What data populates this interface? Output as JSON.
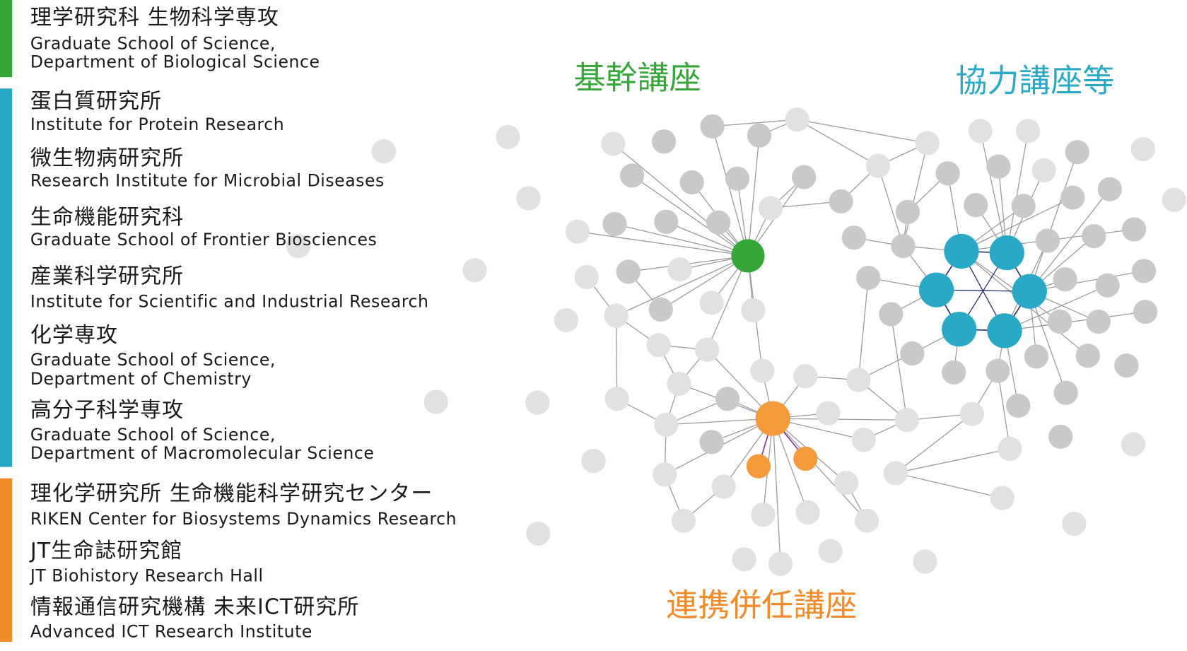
{
  "colors": {
    "core": "#35a738",
    "cooperative": "#29a9c6",
    "joint": "#f39a3a",
    "node_dark": "#c9c9c9",
    "node_light": "#e1e1e1",
    "edge": "#9a9a9a",
    "hex_edge": "#1f2d6b",
    "joint_edge": "#8a2b8a"
  },
  "categories": {
    "core": "基幹講座",
    "cooperative": "協力講座等",
    "joint": "連携併任講座"
  },
  "groups": {
    "core": [
      {
        "jp": "理学研究科 生物科学専攻",
        "en1": "Graduate School of Science,",
        "en2": "Department of Biological Science"
      }
    ],
    "cooperative": [
      {
        "jp": "蛋白質研究所",
        "en1": "Institute for Protein Research"
      },
      {
        "jp": "微生物病研究所",
        "en1": "Research Institute for Microbial Diseases"
      },
      {
        "jp": "生命機能研究科",
        "en1": "Graduate School of Frontier Biosciences"
      },
      {
        "jp": "産業科学研究所",
        "en1": "Institute for Scientific and Industrial Research"
      },
      {
        "jp": "化学専攻",
        "en1": "Graduate School of Science,",
        "en2": "Department of Chemistry"
      },
      {
        "jp": "高分子科学専攻",
        "en1": "Graduate School of Science,",
        "en2": "Department of Macromolecular Science"
      }
    ],
    "joint": [
      {
        "jp": "理化学研究所 生命機能科学研究センター",
        "en1": "RIKEN Center for Biosystems Dynamics Research"
      },
      {
        "jp": "JT生命誌研究館",
        "en1": "JT Biohistory Research Hall"
      },
      {
        "jp": "情報通信研究機構 未来ICT研究所",
        "en1": "Advanced ICT Research Institute"
      }
    ]
  }
}
